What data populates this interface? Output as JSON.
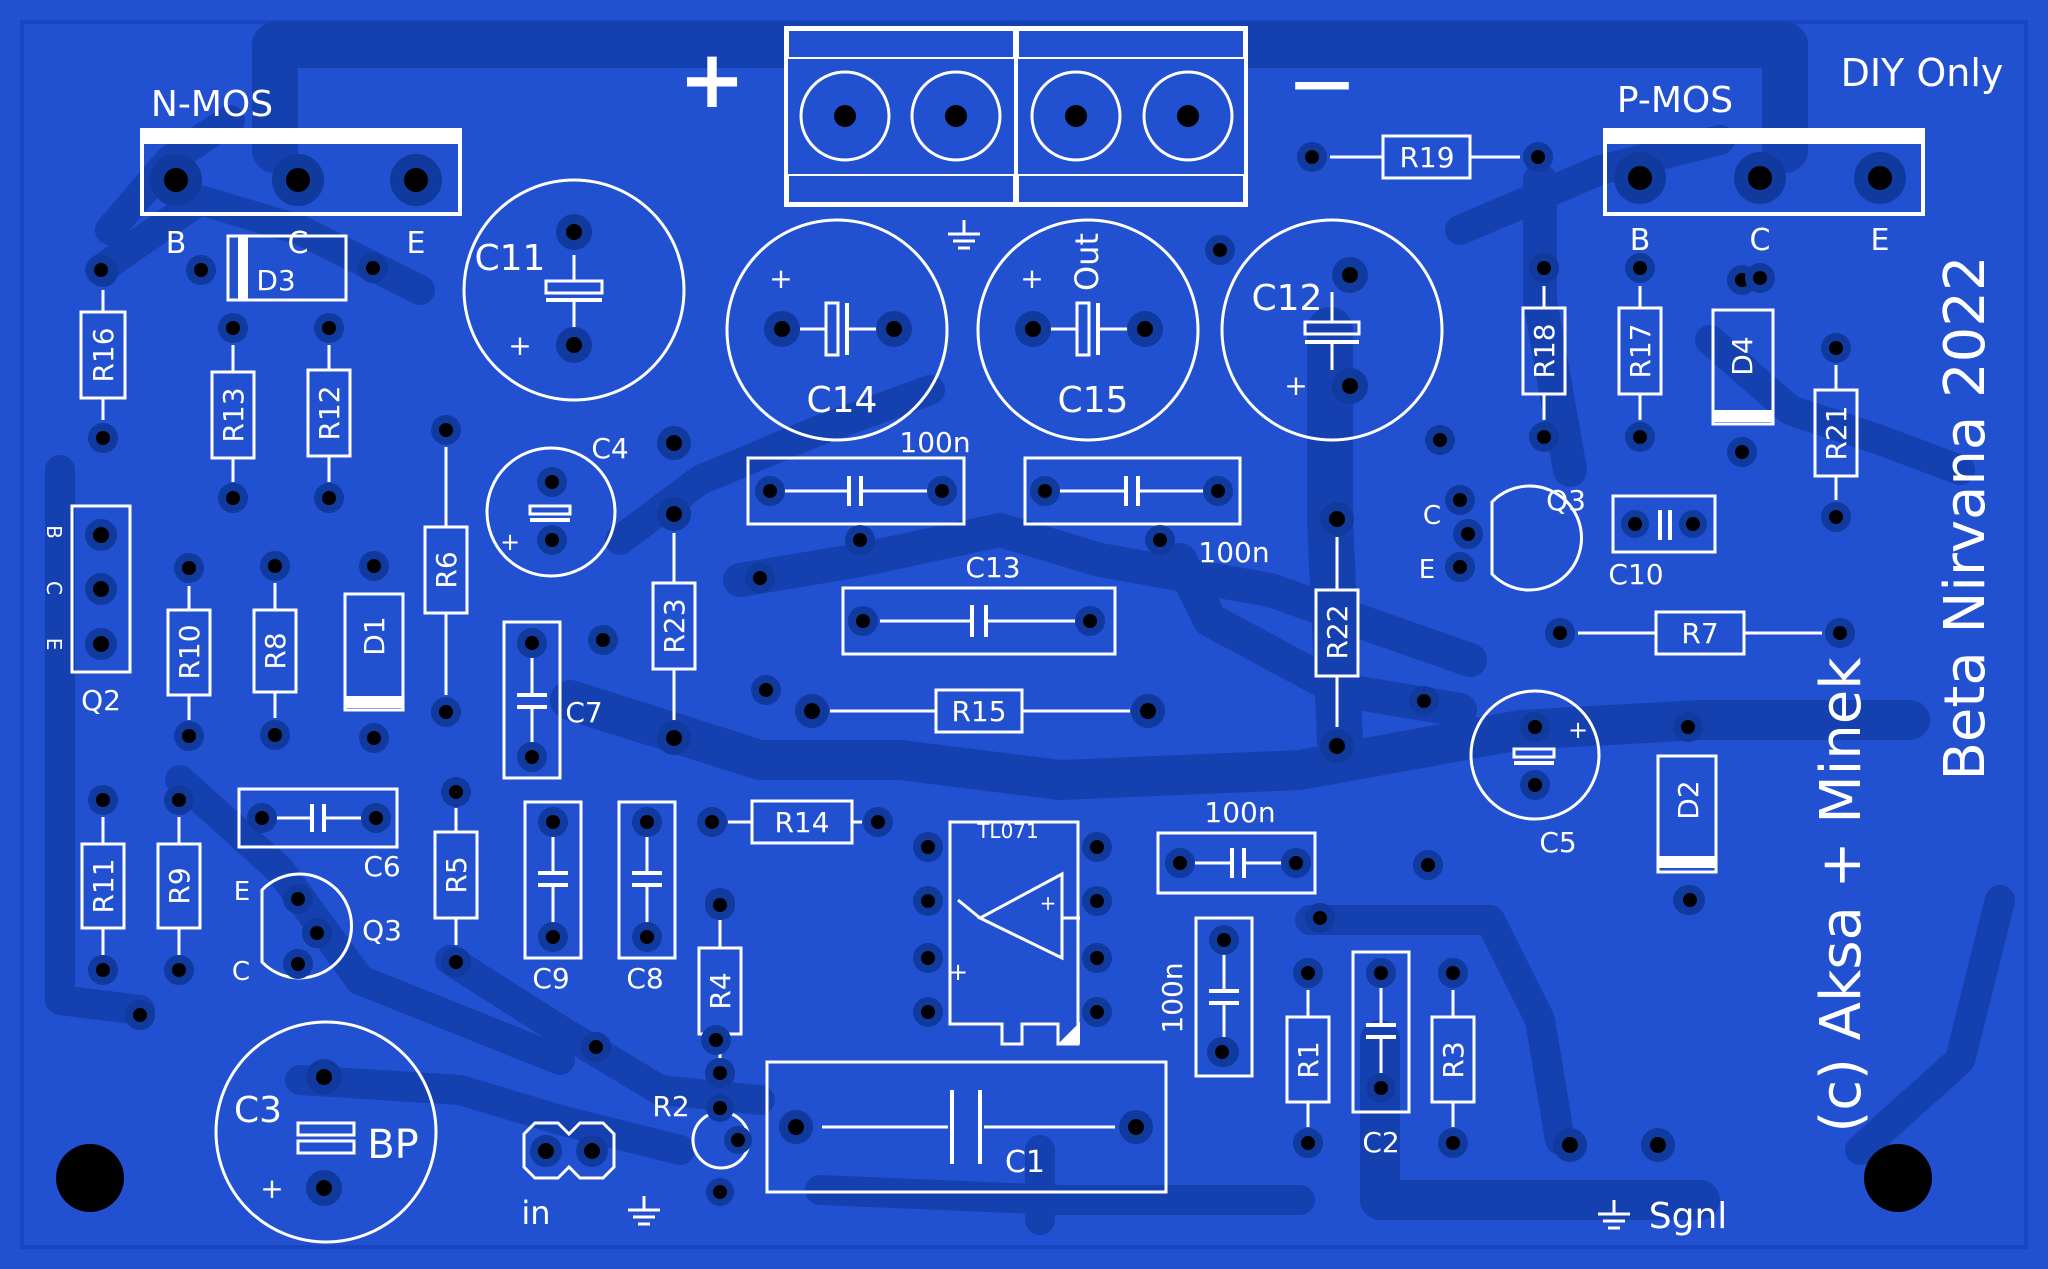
{
  "board": {
    "colors": {
      "background": "#2150d1",
      "trace": "#1540b0",
      "silkscreen": "#ffffff",
      "hole": "#000000"
    },
    "texts": {
      "nmos": "N-MOS",
      "pmos": "P-MOS",
      "diy": "DIY Only",
      "title": "Beta Nirvana 2022",
      "copyright": "(c) Aksa + Minek",
      "plus": "+",
      "minus": "—",
      "out": "Out",
      "in": "in",
      "sgnl": "Sgnl",
      "ic": "TL071",
      "bp": "BP",
      "pin_b": "B",
      "pin_c": "C",
      "pin_e": "E",
      "cap_100n": "100n"
    },
    "labels": {
      "C1": "C1",
      "C2": "C2",
      "C3": "C3",
      "C4": "C4",
      "C5": "C5",
      "C6": "C6",
      "C7": "C7",
      "C8": "C8",
      "C9": "C9",
      "C10": "C10",
      "C11": "C11",
      "C12": "C12",
      "C13": "C13",
      "C14": "C14",
      "C15": "C15",
      "R1": "R1",
      "R2": "R2",
      "R3": "R3",
      "R4": "R4",
      "R5": "R5",
      "R6": "R6",
      "R7": "R7",
      "R8": "R8",
      "R9": "R9",
      "R10": "R10",
      "R11": "R11",
      "R12": "R12",
      "R13": "R13",
      "R14": "R14",
      "R15": "R15",
      "R16": "R16",
      "R17": "R17",
      "R18": "R18",
      "R19": "R19",
      "R21": "R21",
      "R22": "R22",
      "R23": "R23",
      "D1": "D1",
      "D2": "D2",
      "D3": "D3",
      "D4": "D4",
      "Q2": "Q2",
      "Q3": "Q3"
    }
  }
}
